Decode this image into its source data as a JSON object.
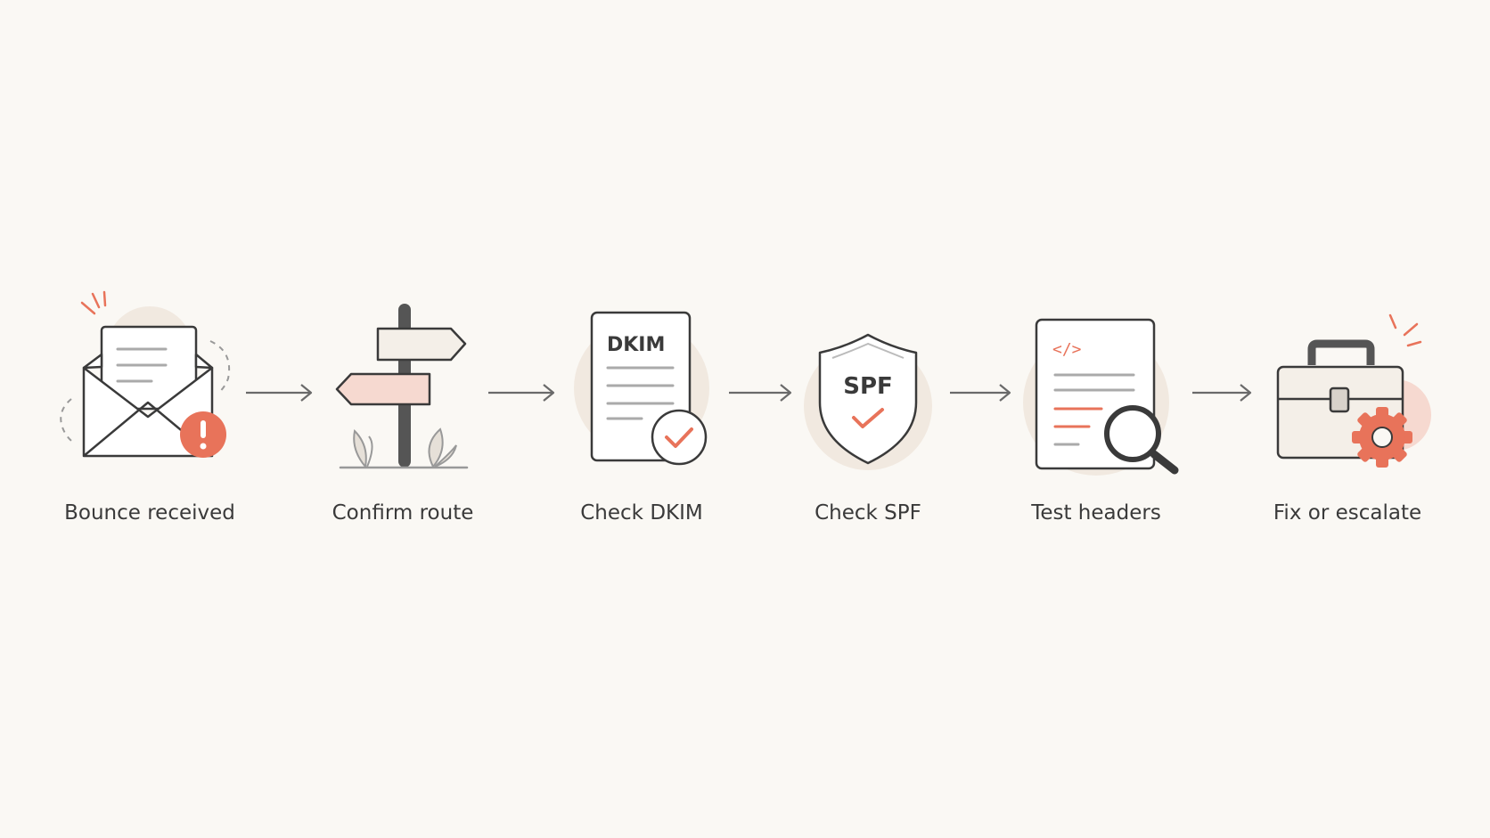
{
  "steps": [
    {
      "label": "Bounce received",
      "icon": "envelope-alert-icon"
    },
    {
      "label": "Confirm route",
      "icon": "signpost-icon"
    },
    {
      "label": "Check DKIM",
      "icon": "dkim-document-check-icon",
      "icon_text": "DKIM"
    },
    {
      "label": "Check SPF",
      "icon": "spf-shield-icon",
      "icon_text": "SPF"
    },
    {
      "label": "Test headers",
      "icon": "code-document-magnifier-icon",
      "icon_text": "</>"
    },
    {
      "label": "Fix or escalate",
      "icon": "toolbox-gear-icon"
    }
  ],
  "colors": {
    "background": "#faf8f4",
    "stroke": "#3a3a3a",
    "accent": "#e8735a",
    "accent_soft": "#f6d9d0",
    "halo": "#f1e9e0",
    "fill_light": "#f4efe8"
  }
}
